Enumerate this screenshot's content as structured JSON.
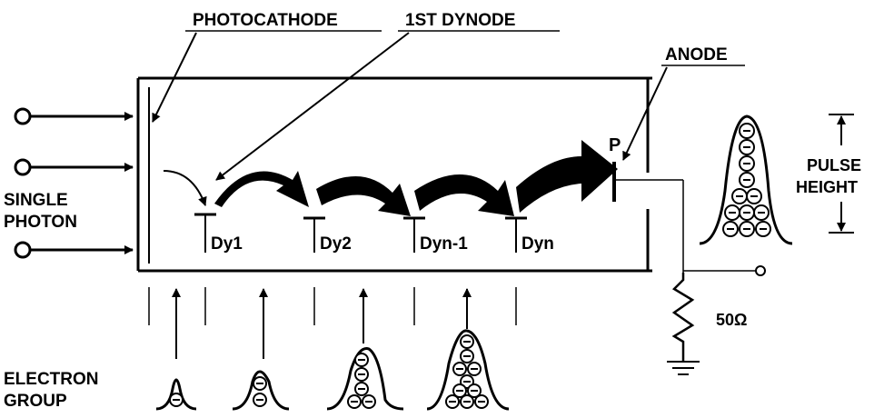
{
  "labels": {
    "photocathode": "PHOTOCATHODE",
    "first_dynode": "1ST DYNODE",
    "anode": "ANODE",
    "anode_point": "P",
    "single": "SINGLE",
    "photon": "PHOTON",
    "electron": "ELECTRON",
    "group": "GROUP",
    "pulse": "PULSE",
    "height": "HEIGHT",
    "resistor": "50Ω"
  },
  "dynodes": [
    {
      "label": "Dy1"
    },
    {
      "label": "Dy2"
    },
    {
      "label": "Dyn-1"
    },
    {
      "label": "Dyn"
    }
  ],
  "electron_symbol": "⊖"
}
